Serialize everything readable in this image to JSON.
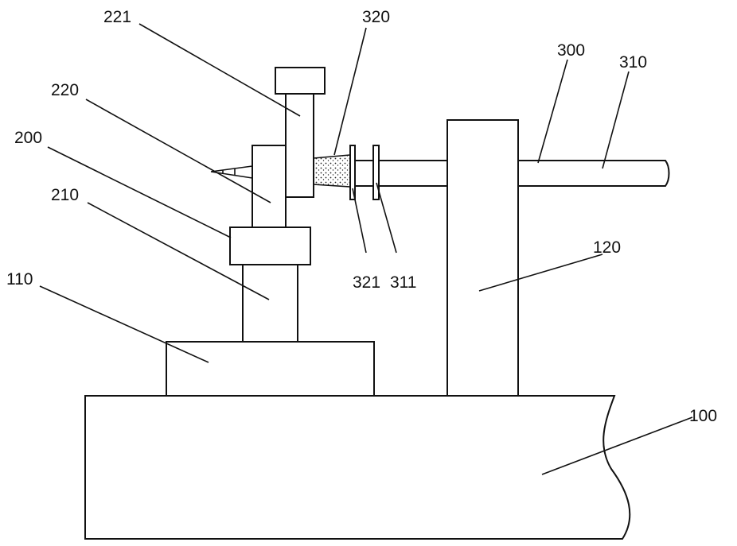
{
  "labels": {
    "l100": "100",
    "l110": "110",
    "l120": "120",
    "l200": "200",
    "l210": "210",
    "l220": "220",
    "l221": "221",
    "l300": "300",
    "l310": "310",
    "l311": "311",
    "l320": "320",
    "l321": "321"
  },
  "colors": {
    "line": "#111111",
    "background": "#ffffff"
  }
}
